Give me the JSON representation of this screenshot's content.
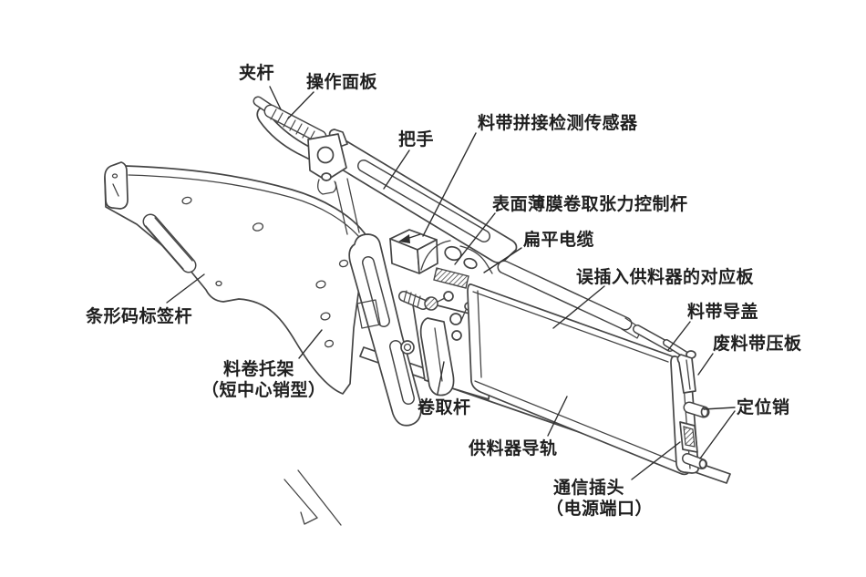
{
  "figure": {
    "type": "technical-line-drawing",
    "subject_labels_language": "zh-CN"
  },
  "colors": {
    "background": "#ffffff",
    "line_art": "#454545",
    "leader_line": "#2e2e2e",
    "label_text": "#1f1f1f"
  },
  "diagram": {
    "labels": {
      "clamp_lever": "夹杆",
      "operation_panel": "操作面板",
      "handle": "把手",
      "splice_sensor": "料带拼接检测传感器",
      "film_tension_lever": "表面薄膜卷取张力控制杆",
      "flat_cable": "扁平电缆",
      "mis_insert_plate": "误插入供料器的对应板",
      "tape_guide_cover": "料带导盖",
      "waste_tape_plate": "废料带压板",
      "positioning_pin": "定位销",
      "barcode_label_bar": "条形码标签杆",
      "reel_holder_line1": "料卷托架",
      "reel_holder_line2": "（短中心销型）",
      "takeup_lever": "卷取杆",
      "feeder_rail": "供料器导轨",
      "comm_plug_line1": "通信插头",
      "comm_plug_line2": "（电源端口）"
    }
  }
}
